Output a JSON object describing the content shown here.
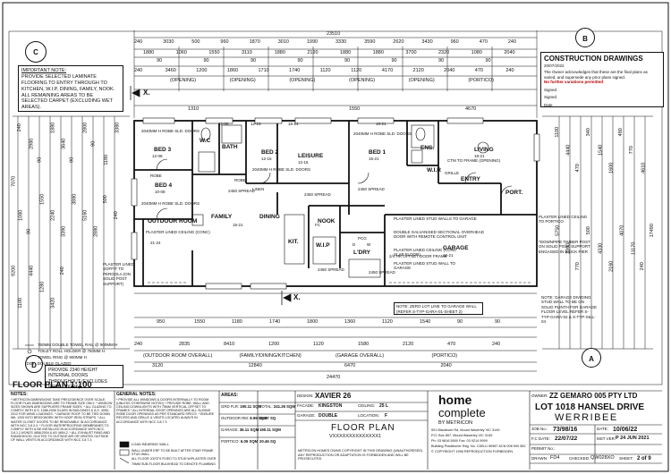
{
  "grid": {
    "left": "C",
    "right": "B",
    "bottom_left": "D",
    "bottom_right": "A"
  },
  "overall": {
    "top": "23510",
    "bottom": "24470",
    "right_outer": "17490",
    "left_top": "7070",
    "left_total": "9200"
  },
  "top_dims": {
    "row1": [
      "240",
      "3030",
      "500",
      "960",
      "1870",
      "3010",
      "1990",
      "3330",
      "3590",
      "2620",
      "3430",
      "960",
      "470",
      "240"
    ],
    "row2": [
      "1880",
      "1060",
      "1550",
      "3110",
      "1880",
      "2120",
      "1880",
      "1880",
      "3700",
      "2320",
      "1080",
      "2040"
    ],
    "row3": [
      "90",
      "90",
      "90",
      "90",
      "90",
      "90",
      "90",
      "90"
    ],
    "row4": [
      "240",
      "3460",
      "1200",
      "1860",
      "1710",
      "1740",
      "1120",
      "1120",
      "4170",
      "2120",
      "2040",
      "470",
      "240"
    ],
    "labels": [
      "(OPENING)",
      "(OPENING)",
      "(OPENING)",
      "(OPENING)",
      "(OPENING)",
      "(PORTICO)"
    ]
  },
  "inner_dims": {
    "a": "1310",
    "b": "1550",
    "c": "4670"
  },
  "left_dims": [
    "240",
    "2980",
    "90",
    "1880",
    "3640",
    "90",
    "2800",
    "90",
    "1180",
    "3380",
    "1080",
    "90",
    "1550",
    "2240",
    "3390",
    "3880",
    "5160",
    "2880",
    "500",
    "240",
    "1100",
    "4440",
    "1280",
    "3420",
    "240"
  ],
  "right_dims": [
    "1100",
    "4440",
    "470",
    "340",
    "1540",
    "1600",
    "480",
    "770",
    "4610",
    "5750",
    "2390",
    "770",
    "500",
    "4330",
    "2160",
    "4070",
    "11170",
    "240"
  ],
  "bottom_dims": {
    "row1": [
      "950",
      "1550",
      "1180",
      "1740",
      "1800",
      "1360",
      "1120",
      "1540",
      "90",
      "90"
    ],
    "row2": [
      "240",
      "2835",
      "8410",
      "1200",
      "1120",
      "1580",
      "2120",
      "470",
      "240"
    ],
    "row3": [
      "3120",
      "12840",
      "6470",
      "2040"
    ],
    "labels": [
      "(OUTDOOR ROOM OVERALL)",
      "(FAMILY/DINING/KITCHEN)",
      "(GARAGE OVERALL)",
      "(PORTICO)"
    ]
  },
  "rooms": {
    "bed3": "BED 3",
    "bed2": "BED 2",
    "bed4": "BED 4",
    "bed1": "BED 1",
    "bath": "BATH",
    "wc": "W.C",
    "leisure": "LEISURE",
    "family": "FAMILY",
    "dining": "DINING",
    "kit": "KIT.",
    "wip": "W.I.P",
    "nook": "NOOK",
    "ldry": "L'DRY",
    "ens": "ENS.",
    "wir": "W.I.R",
    "living": "LIVING",
    "garage": "GARAGE",
    "outdoor": "OUTDOOR ROOM",
    "entry": "ENTRY",
    "porch": "PORT.",
    "linen": "LINEN"
  },
  "room_sizes": {
    "r1": "12-08",
    "r2": "12-15",
    "r3": "12-15",
    "r4": "15-21",
    "r5": "18-21",
    "r6": "10-08",
    "r7": "15-21",
    "r8": "21-24",
    "r9": "12-21"
  },
  "room_notes": {
    "robe_a": "2040MM H ROBE SLD. DOORS",
    "robe_b": "2040MM H ROBE SLD. DOORS",
    "robe_c": "2040MM H ROBE SLD. DOORS",
    "robe_d": "2040MM H ROBE SLD. DOORS",
    "robe": "ROBE",
    "robe2": "ROBE",
    "outdoor_ceiling": "PLASTER LINED CEILING (CONC)",
    "spread1": "2450 SPREAD",
    "spread2": "2450 SPREAD",
    "spread3": "2450 SPREAD",
    "spread4": "2450 SPREAD",
    "spread5": "2450 SPREAD",
    "garage_walls": "PLASTER LINED STUD WALLS TO GARAGE",
    "garage_door": "DOUBLE GALVANISED SECTIONAL OVERHEAD DOOR WITH REMOTE CONTROL UNIT",
    "garage_ceiling": "PLASTER LINED CEILING (CONC SLAB FLOOR)",
    "garage_wall": "PLASTER LINED STUD WALL TO GARAGE",
    "heater": "2/4 HR OFFSET DOOR FRAME",
    "living_tv": "CTM TO FRAME (OPENING)",
    "grille": "GRILLE",
    "fc": "FC",
    "pcg": "PCG",
    "d": "D",
    "w": "W"
  },
  "notes": {
    "important_title": "IMPORTANT NOTE:",
    "important_body": "PROVIDE SELECTED LAMINATE FLOORING TO ENTRY THROUGH TO KITCHEN, W.I.P, DINING, FAMILY, NOOK. ALL REMAINING AREAS TO BE SELECTED CARPET (EXCLUDING WET AREAS).",
    "construction_title": "CONSTRUCTION DRAWINGS",
    "construction_date": "20/07/2022",
    "construction_body": "The Owner acknowledges that these are the final plans as varied, and supersede any prior plans signed.",
    "construction_red": "No further variations permitted",
    "signed1": "Signed",
    "signed2": "Signed",
    "date_label": "Date",
    "note_garage_lintel": "NOTE: ZERO LOT LINE TO GARAGE WALL (REFER S-TYP-GARA-01-SHEET 2)",
    "note_rear_stud": "NOTE: GARAGE DIVIDING STUD WALL TO BE ON SOLID PLINTH FOR GARAGE FLOOR LEVEL REFER S-TYP-GARA-02 & S-TYP-SILL-04",
    "note_post": "PLASTER LINED SOFFIT TO PERGOLA (ON SOLID POST SUPPORT)",
    "note_porch": "PLASTER LINED CEILING TO PORTICO",
    "note_dowel": "*DOWNPIPE TIMBER POST ON SOLID POST SUPPORT ENGAGED IN BRICK PIER",
    "provide_internal": "PROVIDE 2340 HEIGHT INTERNAL DOORS THROUGHOUT (EXCLUDES ROBE DOORS)",
    "legend1": "750MM DOUBLE TOWEL RAIL @ 900MM H",
    "legend2": "TOILET ROLL HOLDER @ 750MM H",
    "legend3": "TOWEL RING @ 900MM H",
    "legend4": "(DG) - DOUBLE GLAZED",
    "floor_plan_title": "FLOOR PLAN 1:100",
    "x_marker_1": "X.",
    "x_marker_2": "X."
  },
  "title_block": {
    "notes_title": "NOTES:",
    "notes_text": "* METRICON DIMENSIONS TAKE PRECEDENCE OVER SCALE. FLOOR PLAN DIMENSIONS ARE TO FRAME SIZE ONLY. * WINDOW SIZES SHOWN ARE SUPPLIERS FRAME SIZES. * ALL GLAZING TO COMPLY WITH A.S. 1288-2006 GLASS IN BUILDINGS & A.S. 4055-2012 FOR WIND LOADINGS. * GARAGE ROOF TO BE TIED DOWN WIL 1200 INTO BRICKWORK WITH HOOP IRON STRAPS. * ALL WATER CLOSET DOORS TO BE REMOVABLE IN ACCORDANCE WITH NCC 3.8.3.3. * FLOOR WATERPROOFING MEMBRANES TO COMPLY WITH & BE INSTALLED IN ACCORDANCE WITH NCC 3.8.1.2 AS/NZS 4858:2004 & AS 4654.2. * ALL EXHAUST FANS AND RANGEHOOD, DUCTED TO OUTSIDE AIR OR VENTED OUTSIDE OF WALL VENTS IN ACCORDANCE WITH NCC 3.8.7.3",
    "general_notes_title": "GENERAL NOTES:",
    "general_notes_text": "* PROVIDE ALL WINDOWS & DOORS INTERNALLY TO ROOM (UNLESS OTHERWISE NOTED) * PROVIDE ROBE, WALL AND CEILING DOWNLIGHTS WITH 75MM VERTICAL OFFSET TO FRAMES * ALL INTERNAL DOOR OPENINGS ARE ALL SLIDING ROBE DOOR OPENINGS AS PER STANDARD SPECS. * ENSURE RECESS AND GRILLE & VENTS LOCATED ALWAYS IN ACCORDANCE WITH NCC 3.8.7.3",
    "load_legend": "LOAD BEARING WALL",
    "load_legend2": "WALL UNDER ERF TO BE BUILT AFTER STAIR FRAME STUD WALL",
    "load_legend3": "ALL FLOOR JOISTS FIXED TO STUD W/PLASTER OVER",
    "load_legend4": "75MM SUB-FLOOR BULKHEAD TO DENOTE PLUMBING",
    "areas_label": "AREAS:",
    "areas": [
      {
        "label": "GRD FLR:",
        "value": "190.11 SQM"
      },
      {
        "label": "OUTDOOR RM:",
        "value": "8.99 SQM"
      },
      {
        "label": "GARAGE:",
        "value": "36.11 SQM"
      },
      {
        "label": "PORTICO:",
        "value": "6.05 SQM"
      },
      {
        "label": "TOTAL:",
        "value": "241.26 SQM"
      },
      {
        "label": "",
        "value": "25.97 SQ"
      },
      {
        "label": "",
        "value": "190.11 SQM"
      },
      {
        "label": "",
        "value": "20.46 SQ"
      }
    ],
    "design_label": "DESIGN:",
    "design_value": "XAVIER 26",
    "facade_label": "FACADE:",
    "facade_value": "KINGSTON",
    "ceiling_label": "CEILING:",
    "ceiling_value": "25 L",
    "garage_label": "GARAGE:",
    "garage_value": "DOUBLE",
    "location_label": "LOCATION:",
    "location_value": "F",
    "sheet_title": "FLOOR PLAN",
    "job_number": "VXXXXXXXXXXXXXX1",
    "copyright": "METRICON HOMES OWNS COPYRIGHT IN THIS DRAWING (UNAUTHORISED) ANY REPRODUCTION OR ADAPTATION IS FORBIDDEN AND WILL BE PROSECUTED",
    "logo_line1": "home",
    "logo_line2": "complete",
    "by": "BY METRICON",
    "address1": "501 Blackburn Rd, Mount Waverley VIC 3149",
    "address2": "P.O. Box 857, Mount Waverley VIC 3149",
    "phone": "Ph: 03 9816 5900  Fax: 03 9214 9999",
    "licence": "Building Practitioner Reg. No. CDB-U 50987  ACN 008 900 552",
    "copyright2": "© COPYRIGHT 1996 REPRODUCTION FORBIDDEN",
    "owner_label": "OWNER:",
    "owner_value": "ZZ GEMARO 005 PTY LTD",
    "lot_value": "LOT 1018 HANSEL DRIVE",
    "suburb_value": "WERRIBEE",
    "job_label": "JOB No.:",
    "job_value": "73/98/16",
    "date_label": "DATE:",
    "date_value": "10/06/22",
    "fc_date_label": "F.C DATE:",
    "fc_date_value": "22/07/22",
    "mst_ver_label": "MST VER:",
    "mst_ver_value": "P 24 JUN 2021",
    "drawn_label": "DRAWN:",
    "drawn_value": "FD4",
    "checked_label": "CHECKED:",
    "checked_value": "QW028XO",
    "sheet_label": "SHEET:",
    "sheet_value": "2 of 9",
    "permit_label": "PERMIT No.:",
    "permit_value": ""
  }
}
